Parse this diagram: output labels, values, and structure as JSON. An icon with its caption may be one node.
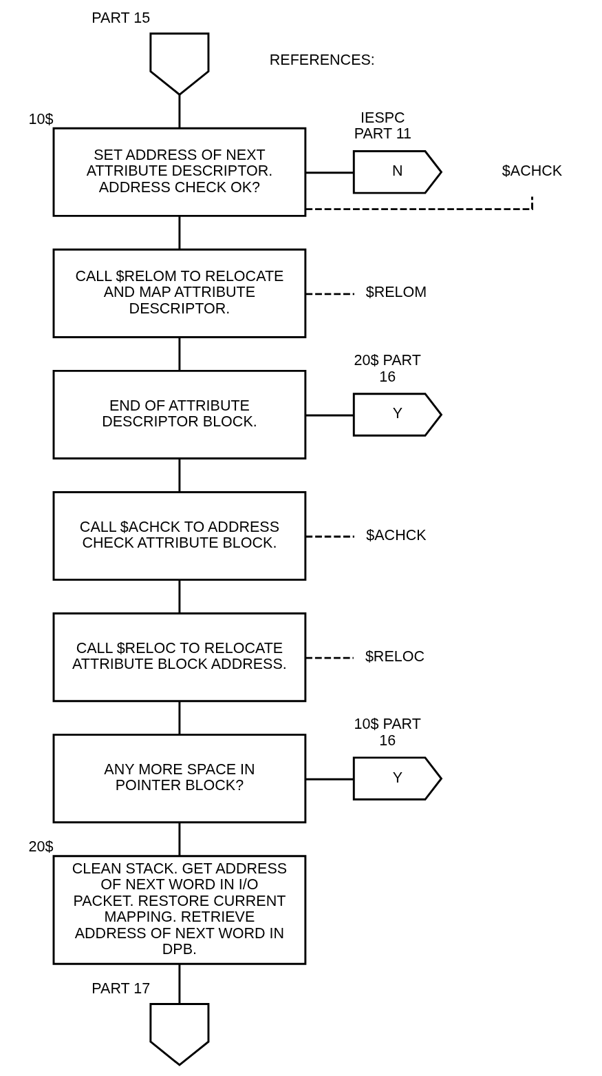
{
  "diagram": {
    "nodes": [
      {
        "text": [],
        "shape": "pentagon",
        "beside": [
          "PART 15"
        ]
      },
      {
        "text": [
          "SET ADDRESS OF NEXT ATTRIBUTE DESCRIPTOR. ADDRESS CHECK OK?"
        ],
        "beside": [
          "10$"
        ]
      },
      {
        "text": [
          "N"
        ],
        "beside": [
          "IESPC PART 11"
        ]
      },
      {
        "text": [
          "CALL $RELOM TO RELOCATE AND MAP ATTRIBUTE DESCRIPTOR."
        ]
      },
      {
        "text": [
          "END OF ATTRIBUTE DESCRIPTOR BLOCK."
        ]
      },
      {
        "text": [
          "Y"
        ],
        "beside": [
          "20$ PART 16"
        ]
      },
      {
        "text": [
          "CALL $ACHCK TO ADDRESS CHECK ATTRIBUTE BLOCK."
        ]
      },
      {
        "text": [
          "CALL $RELOC TO RELOCATE ATTRIBUTE BLOCK ADDRESS."
        ]
      },
      {
        "text": [
          "ANY MORE SPACE IN POINTER BLOCK?"
        ]
      },
      {
        "text": [
          "Y"
        ],
        "beside": [
          "10$ PART 16"
        ]
      },
      {
        "text": [
          "CLEAN STACK. GET ADDRESS OF NEXT WORD IN I/O PACKET. RESTORE CURRENT MAPPING. RETRIEVE ADDRESS OF NEXT WORD IN DPB."
        ],
        "beside": [
          "20$"
        ]
      },
      {
        "text": [],
        "shape": "pentagon",
        "beside": [
          "PART 17"
        ]
      },
      {
        "text": [
          "$ACHCK"
        ]
      },
      {
        "text": [
          "$RELOM"
        ]
      },
      {
        "text": [
          "$ACHCK"
        ]
      },
      {
        "text": [
          "$RELOC"
        ]
      }
    ],
    "edges": [
      {
        "from": 0,
        "to": 1,
        "arrow": "none"
      },
      {
        "from": 1,
        "to": 2,
        "arrow": "none"
      },
      {
        "from": 1,
        "to": 3,
        "arrow": "none"
      },
      {
        "from": 3,
        "to": 4,
        "arrow": "none"
      },
      {
        "from": 4,
        "to": 5,
        "arrow": "none"
      },
      {
        "from": 4,
        "to": 6,
        "arrow": "none"
      },
      {
        "from": 6,
        "to": 7,
        "arrow": "none"
      },
      {
        "from": 7,
        "to": 8,
        "arrow": "none"
      },
      {
        "from": 8,
        "to": 9,
        "arrow": "none"
      },
      {
        "from": 8,
        "to": 10,
        "arrow": "none"
      },
      {
        "from": 10,
        "to": 11,
        "arrow": "none"
      },
      {
        "from": 1,
        "to": 12,
        "arrow": "none",
        "style": "dashed"
      },
      {
        "from": 3,
        "to": 13,
        "arrow": "none",
        "style": "dashed"
      },
      {
        "from": 6,
        "to": 14,
        "arrow": "none",
        "style": "dashed"
      },
      {
        "from": 7,
        "to": 15,
        "arrow": "none",
        "style": "dashed"
      }
    ],
    "labels": [
      "REFERENCES:"
    ]
  }
}
